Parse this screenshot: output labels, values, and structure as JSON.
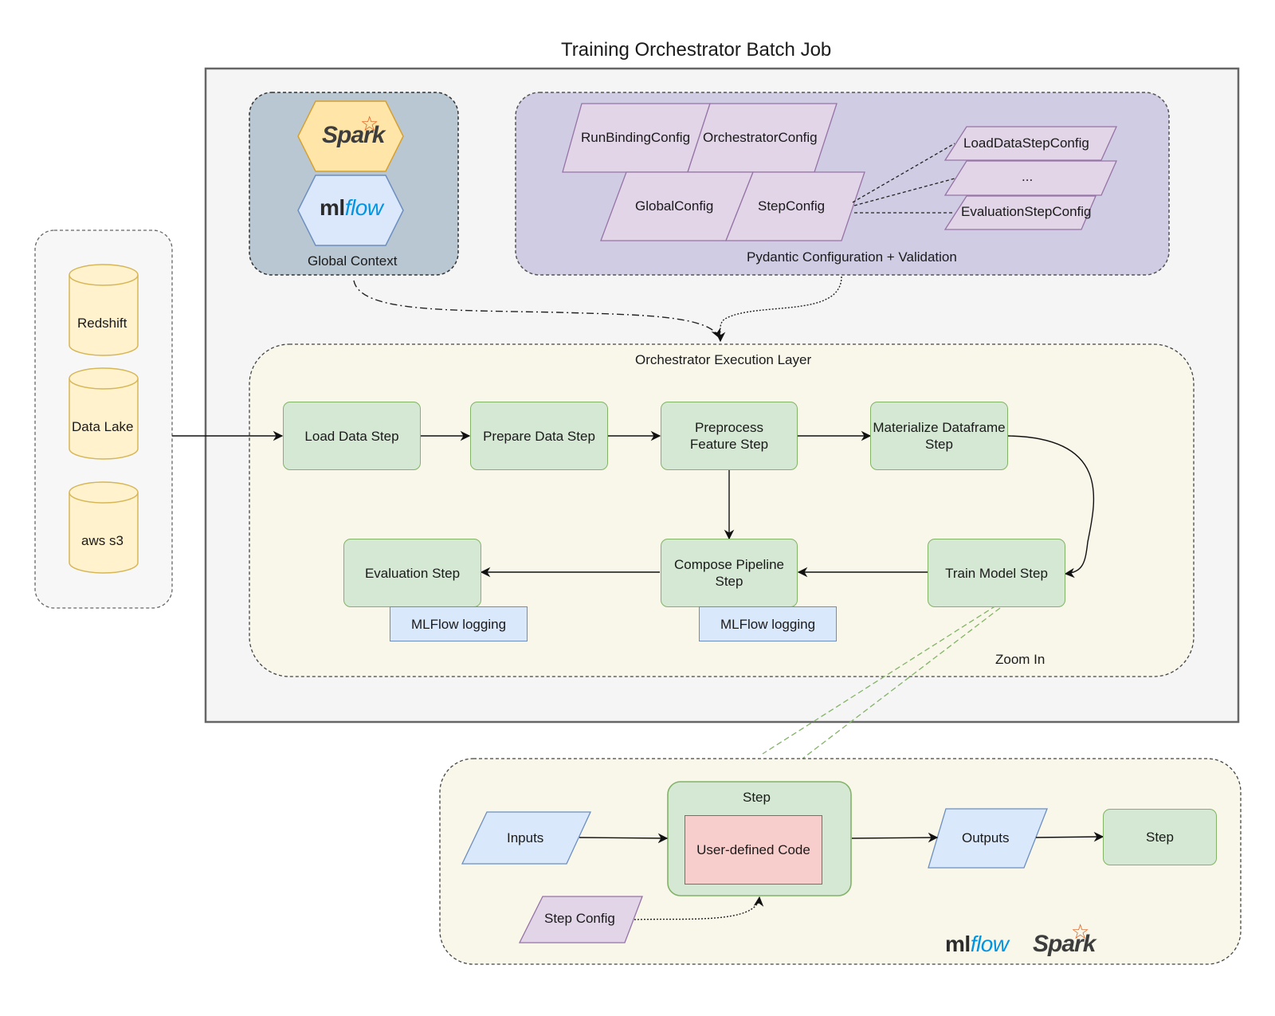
{
  "title": "Training Orchestrator Batch Job",
  "global_context": {
    "label": "Global Context",
    "logos": [
      "Spark",
      "mlflow"
    ]
  },
  "pydantic": {
    "label": "Pydantic Configuration + Validation",
    "configs": {
      "run_binding": "RunBindingConfig",
      "orchestrator": "OrchestratorConfig",
      "global": "GlobalConfig",
      "step": "StepConfig",
      "load_data_step": "LoadDataStepConfig",
      "ellipsis": "...",
      "evaluation_step": "EvaluationStepConfig"
    }
  },
  "data_sources": [
    "Redshift",
    "Data Lake",
    "aws s3"
  ],
  "execution_layer": {
    "label": "Orchestrator Execution Layer",
    "zoom_label": "Zoom In",
    "steps": {
      "load_data": "Load Data Step",
      "prepare_data": "Prepare Data Step",
      "preprocess_feature": "Preprocess Feature Step",
      "materialize_dataframe": "Materialize Dataframe Step",
      "train_model": "Train Model Step",
      "compose_pipeline": "Compose Pipeline Step",
      "evaluation": "Evaluation Step"
    },
    "mlflow_logging": "MLFlow logging"
  },
  "zoom_detail": {
    "inputs": "Inputs",
    "step": "Step",
    "user_code": "User-defined Code",
    "outputs": "Outputs",
    "next_step": "Step",
    "step_config": "Step Config",
    "logos": [
      "mlflow",
      "Spark"
    ]
  },
  "colors": {
    "green_fill": "#d5e8d4",
    "green_stroke": "#82b366",
    "blue_fill": "#dae8fc",
    "blue_stroke": "#6c8ebf",
    "purple_fill": "#e1d5e7",
    "purple_stroke": "#9673a6",
    "yellow_fill": "#fff2cc",
    "yellow_stroke": "#d6b656",
    "red_fill": "#f8cecc",
    "red_stroke": "#b85450",
    "spark_orange": "#e25a1c",
    "mlflow_blue": "#0194e2"
  }
}
